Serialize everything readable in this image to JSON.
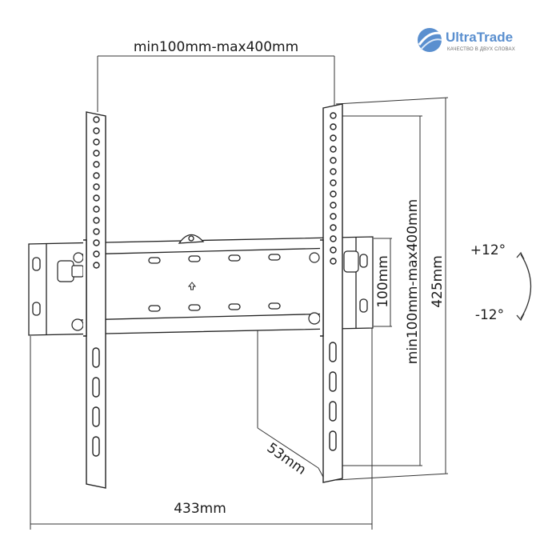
{
  "brand": {
    "name": "UltraTrade",
    "tagline": "КАЧЕСТВО В ДВУХ СЛОВАХ",
    "accent_color": "#5a8fcf"
  },
  "dimensions": {
    "vesa_horizontal": "min100mm-max400mm",
    "vesa_vertical": "min100mm-max400mm",
    "rail_height": "100mm",
    "total_height": "425mm",
    "total_width": "433mm",
    "depth": "53mm"
  },
  "tilt": {
    "up": "+12°",
    "down": "-12°"
  },
  "icons": {
    "logo": "globe-swoosh-icon",
    "tilt": "curved-double-arrow-icon",
    "center": "up-arrow-icon"
  }
}
